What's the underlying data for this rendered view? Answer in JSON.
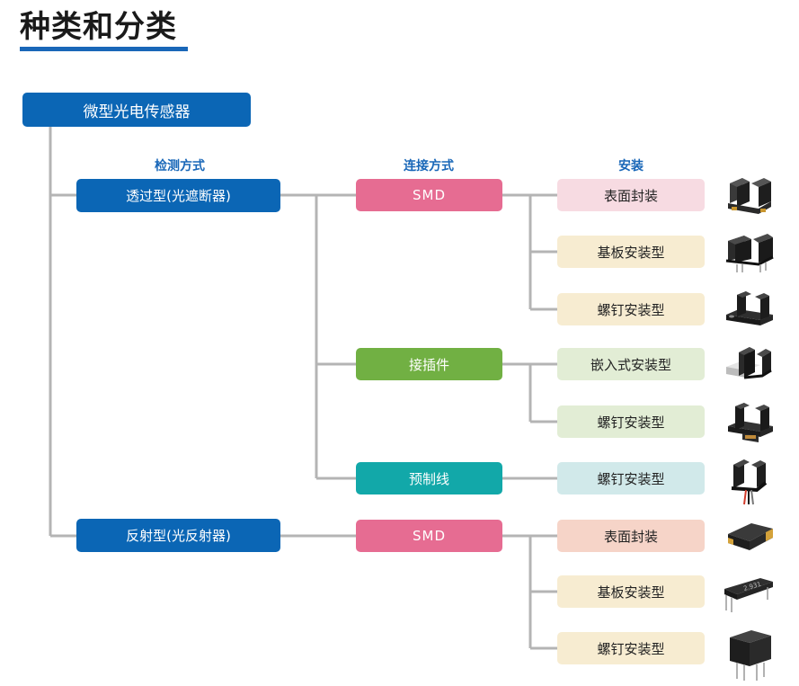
{
  "title": "种类和分类",
  "root": "微型光电传感器",
  "headers": {
    "detection": "检测方式",
    "connection": "连接方式",
    "mounting": "安装"
  },
  "detection": {
    "transmissive": "透过型(光遮断器)",
    "reflective": "反射型(光反射器)"
  },
  "connection": {
    "smd_1": "SMD",
    "connector": "接插件",
    "prewired": "预制线",
    "smd_2": "SMD"
  },
  "mounting": {
    "m1": "表面封装",
    "m2": "基板安装型",
    "m3": "螺钉安装型",
    "m4": "嵌入式安装型",
    "m5": "螺钉安装型",
    "m6": "螺钉安装型",
    "m7": "表面封装",
    "m8": "基板安装型",
    "m9": "螺钉安装型"
  },
  "product_labels": {
    "p8": "2.931"
  },
  "colors": {
    "blue": "#0b66b5",
    "smd": "#e66c92",
    "connector": "#71b043",
    "prewired": "#12a8a9",
    "line": "#b4b4b4"
  }
}
